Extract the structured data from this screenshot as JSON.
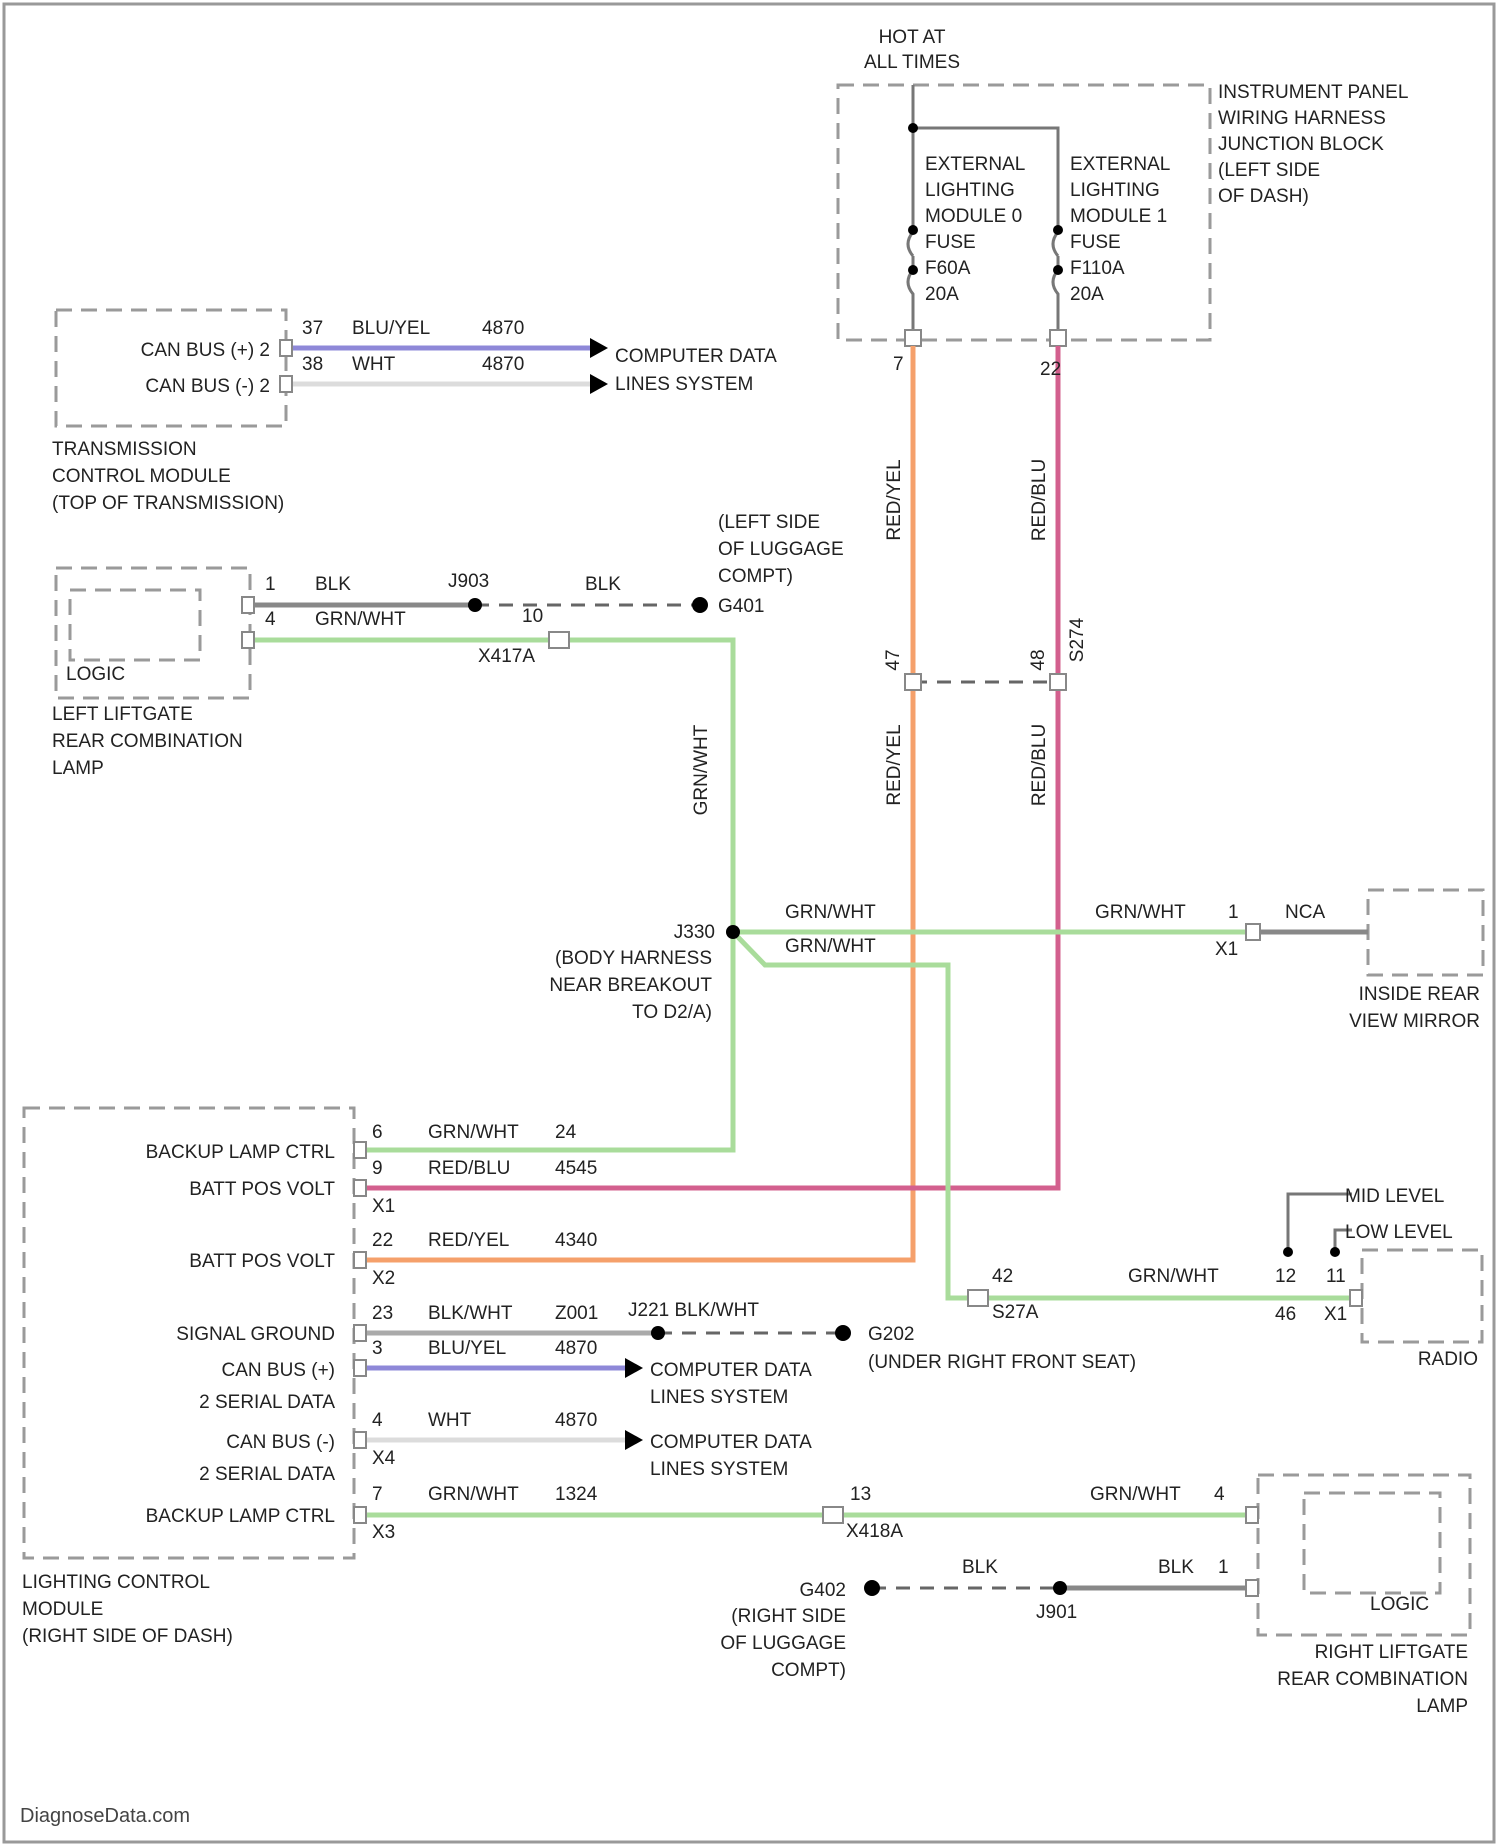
{
  "colors": {
    "grn_wht": "#a9dc9b",
    "red_yel": "#f5a06b",
    "red_blu": "#d3608e",
    "blu_yel": "#8e88d8",
    "wht": "#dcdcdc",
    "blk": "#888888"
  },
  "power": {
    "line1": "HOT AT",
    "line2": "ALL TIMES"
  },
  "junction_block": {
    "label": [
      "INSTRUMENT PANEL",
      "WIRING HARNESS",
      "JUNCTION BLOCK",
      "(LEFT SIDE",
      "OF DASH)"
    ],
    "fuse_a": [
      "EXTERNAL",
      "LIGHTING",
      "MODULE 0",
      "FUSE",
      "F60A",
      "20A"
    ],
    "fuse_b": [
      "EXTERNAL",
      "LIGHTING",
      "MODULE 1",
      "FUSE",
      "F110A",
      "20A"
    ],
    "pin_a": "7",
    "pin_b": "22"
  },
  "tcm": {
    "label": [
      "TRANSMISSION",
      "CONTROL MODULE",
      "(TOP OF TRANSMISSION)"
    ],
    "pins": [
      {
        "name": "CAN BUS (+) 2",
        "pin": "37",
        "color": "BLU/YEL",
        "circuit": "4870"
      },
      {
        "name": "CAN BUS (-) 2",
        "pin": "38",
        "color": "WHT",
        "circuit": "4870"
      }
    ],
    "dest": [
      "COMPUTER DATA",
      "LINES SYSTEM"
    ]
  },
  "left_lamp": {
    "label": [
      "LEFT LIFTGATE",
      "REAR COMBINATION",
      "LAMP"
    ],
    "logic": "LOGIC",
    "pin1": "1",
    "pin1_color": "BLK",
    "splice": "J903",
    "ground_color": "BLK",
    "ground": "G401",
    "ground_loc": [
      "(LEFT SIDE",
      "OF LUGGAGE",
      "COMPT)"
    ],
    "pin2": "4",
    "pin2_color": "GRN/WHT",
    "connector_pin": "10",
    "connector": "X417A"
  },
  "vertical_labels": {
    "red_yel_top": "RED/YEL",
    "red_blu_top": "RED/BLU",
    "red_yel_bot": "RED/YEL",
    "red_blu_bot": "RED/BLU",
    "grn_wht": "GRN/WHT",
    "pin_47": "47",
    "pin_48": "48",
    "conn_s274": "S274"
  },
  "body_splice": {
    "name": "J330",
    "label": [
      "(BODY HARNESS",
      "NEAR BREAKOUT",
      "TO D2/A)"
    ],
    "out_top": "GRN/WHT",
    "out_bottom": "GRN/WHT"
  },
  "mirror": {
    "label": [
      "INSIDE REAR",
      "VIEW MIRROR"
    ],
    "wire": "GRN/WHT",
    "pin": "1",
    "nca": "NCA",
    "connector": "X1"
  },
  "lighting_module": {
    "label": [
      "LIGHTING CONTROL",
      "MODULE",
      "(RIGHT SIDE OF DASH)"
    ],
    "rows": [
      {
        "name": "BACKUP LAMP CTRL",
        "pin": "6",
        "color": "GRN/WHT",
        "circuit": "24"
      },
      {
        "name": "BATT POS VOLT",
        "pin": "9",
        "color": "RED/BLU",
        "circuit": "4545",
        "conn": "X1"
      },
      {
        "name": "BATT POS VOLT",
        "pin": "22",
        "color": "RED/YEL",
        "circuit": "4340",
        "conn": "X2"
      },
      {
        "name": "SIGNAL GROUND",
        "pin": "23",
        "color": "BLK/WHT",
        "circuit": "Z001"
      },
      {
        "name": "CAN BUS (+)",
        "name2": "2 SERIAL DATA",
        "pin": "3",
        "color": "BLU/YEL",
        "circuit": "4870"
      },
      {
        "name": "CAN BUS (-)",
        "name2": "2 SERIAL DATA",
        "pin": "4",
        "color": "WHT",
        "circuit": "4870",
        "conn": "X4"
      },
      {
        "name": "BACKUP LAMP CTRL",
        "pin": "7",
        "color": "GRN/WHT",
        "circuit": "1324",
        "conn": "X3"
      }
    ],
    "ground_splice": "J221 BLK/WHT",
    "ground": "G202",
    "ground_loc": "(UNDER RIGHT FRONT SEAT)",
    "dest": [
      "COMPUTER DATA",
      "LINES SYSTEM"
    ]
  },
  "radio": {
    "label": "RADIO",
    "mid_level": "MID LEVEL",
    "low_level": "LOW LEVEL",
    "pin_in": "42",
    "conn_in": "S27A",
    "wire": "GRN/WHT",
    "pin_mid": "12",
    "pin_low": "11",
    "pin_bottom": "46",
    "connector": "X1"
  },
  "right_lamp": {
    "label": [
      "RIGHT LIFTGATE",
      "REAR COMBINATION",
      "LAMP"
    ],
    "logic": "LOGIC",
    "pin_top": "4",
    "wire_top": "GRN/WHT",
    "conn_pin": "13",
    "conn": "X418A",
    "pin_bottom": "1",
    "wire_bottom": "BLK",
    "wire_mid": "BLK",
    "splice": "J901",
    "ground": "G402",
    "ground_loc": [
      "(RIGHT SIDE",
      "OF LUGGAGE",
      "COMPT)"
    ]
  },
  "watermark": "DiagnoseData.com"
}
